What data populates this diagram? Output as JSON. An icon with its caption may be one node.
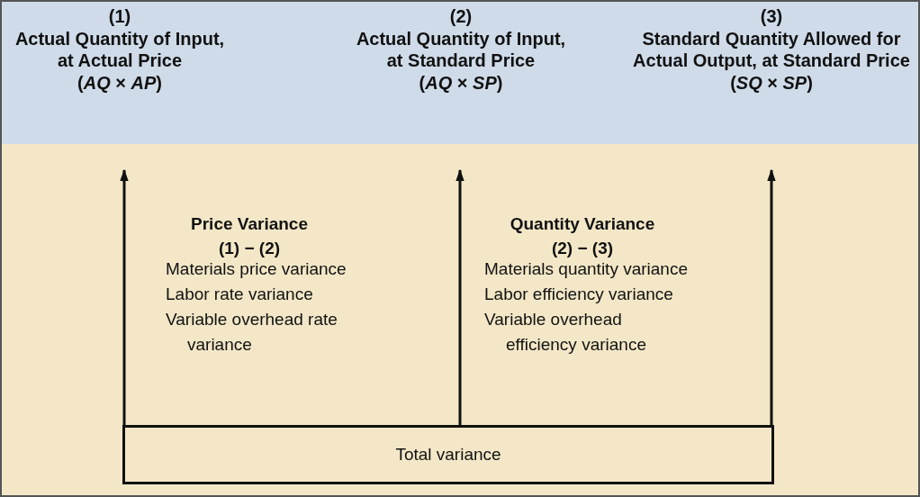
{
  "diagram": {
    "nodes": [
      {
        "text": [
          "(1)",
          "Actual Quantity of Input, at Actual Price",
          "(*AQ* × *AP*)"
        ]
      },
      {
        "text": [
          "(2)",
          "Actual Quantity of Input, at Standard Price",
          "(*AQ* × *SP*)"
        ]
      },
      {
        "text": [
          "(3)",
          "Standard Quantity Allowed for Actual Output, at Standard Price",
          "(*SQ* × *SP*)"
        ]
      },
      {
        "text": [
          "Total variance"
        ]
      }
    ],
    "edges": [
      {
        "from": 3,
        "to": 0,
        "arrow": "to"
      },
      {
        "from": 3,
        "to": 1,
        "arrow": "to"
      },
      {
        "from": 3,
        "to": 2,
        "arrow": "to"
      }
    ],
    "labels": [
      "Price Variance",
      "(1) − (2)",
      "Materials price variance",
      "Labor rate variance",
      "Variable overhead rate variance",
      "Quantity Variance",
      "(2) − (3)",
      "Materials quantity variance",
      "Labor efficiency variance",
      "Variable overhead efficiency variance"
    ]
  }
}
